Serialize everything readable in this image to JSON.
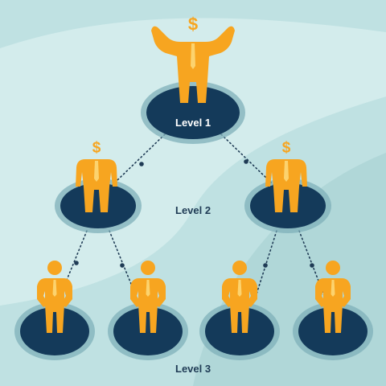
{
  "colors": {
    "background": "#bfe1e2",
    "swoosh_light": "#d3ecec",
    "swoosh_dark": "#a6d0d2",
    "platform_rim": "#7fb0b9",
    "platform": "#143a5a",
    "figure": "#f7a520",
    "figure_accent": "#fcd36e",
    "connector": "#1f3b55",
    "label_on_dark": "#ffffff",
    "label_on_light": "#1f3b55"
  },
  "labels": {
    "level1": "Level 1",
    "level2": "Level 2",
    "level3": "Level 3"
  },
  "symbols": {
    "dollar": "$"
  },
  "hierarchy": {
    "level1": {
      "figures": 1,
      "pose": "arms-raised",
      "has_dollar_head": true
    },
    "level2": {
      "figures": 2,
      "pose": "standing",
      "has_dollar_head": true
    },
    "level3": {
      "figures": 4,
      "pose": "hands-on-hips",
      "has_dollar_head": false
    }
  }
}
